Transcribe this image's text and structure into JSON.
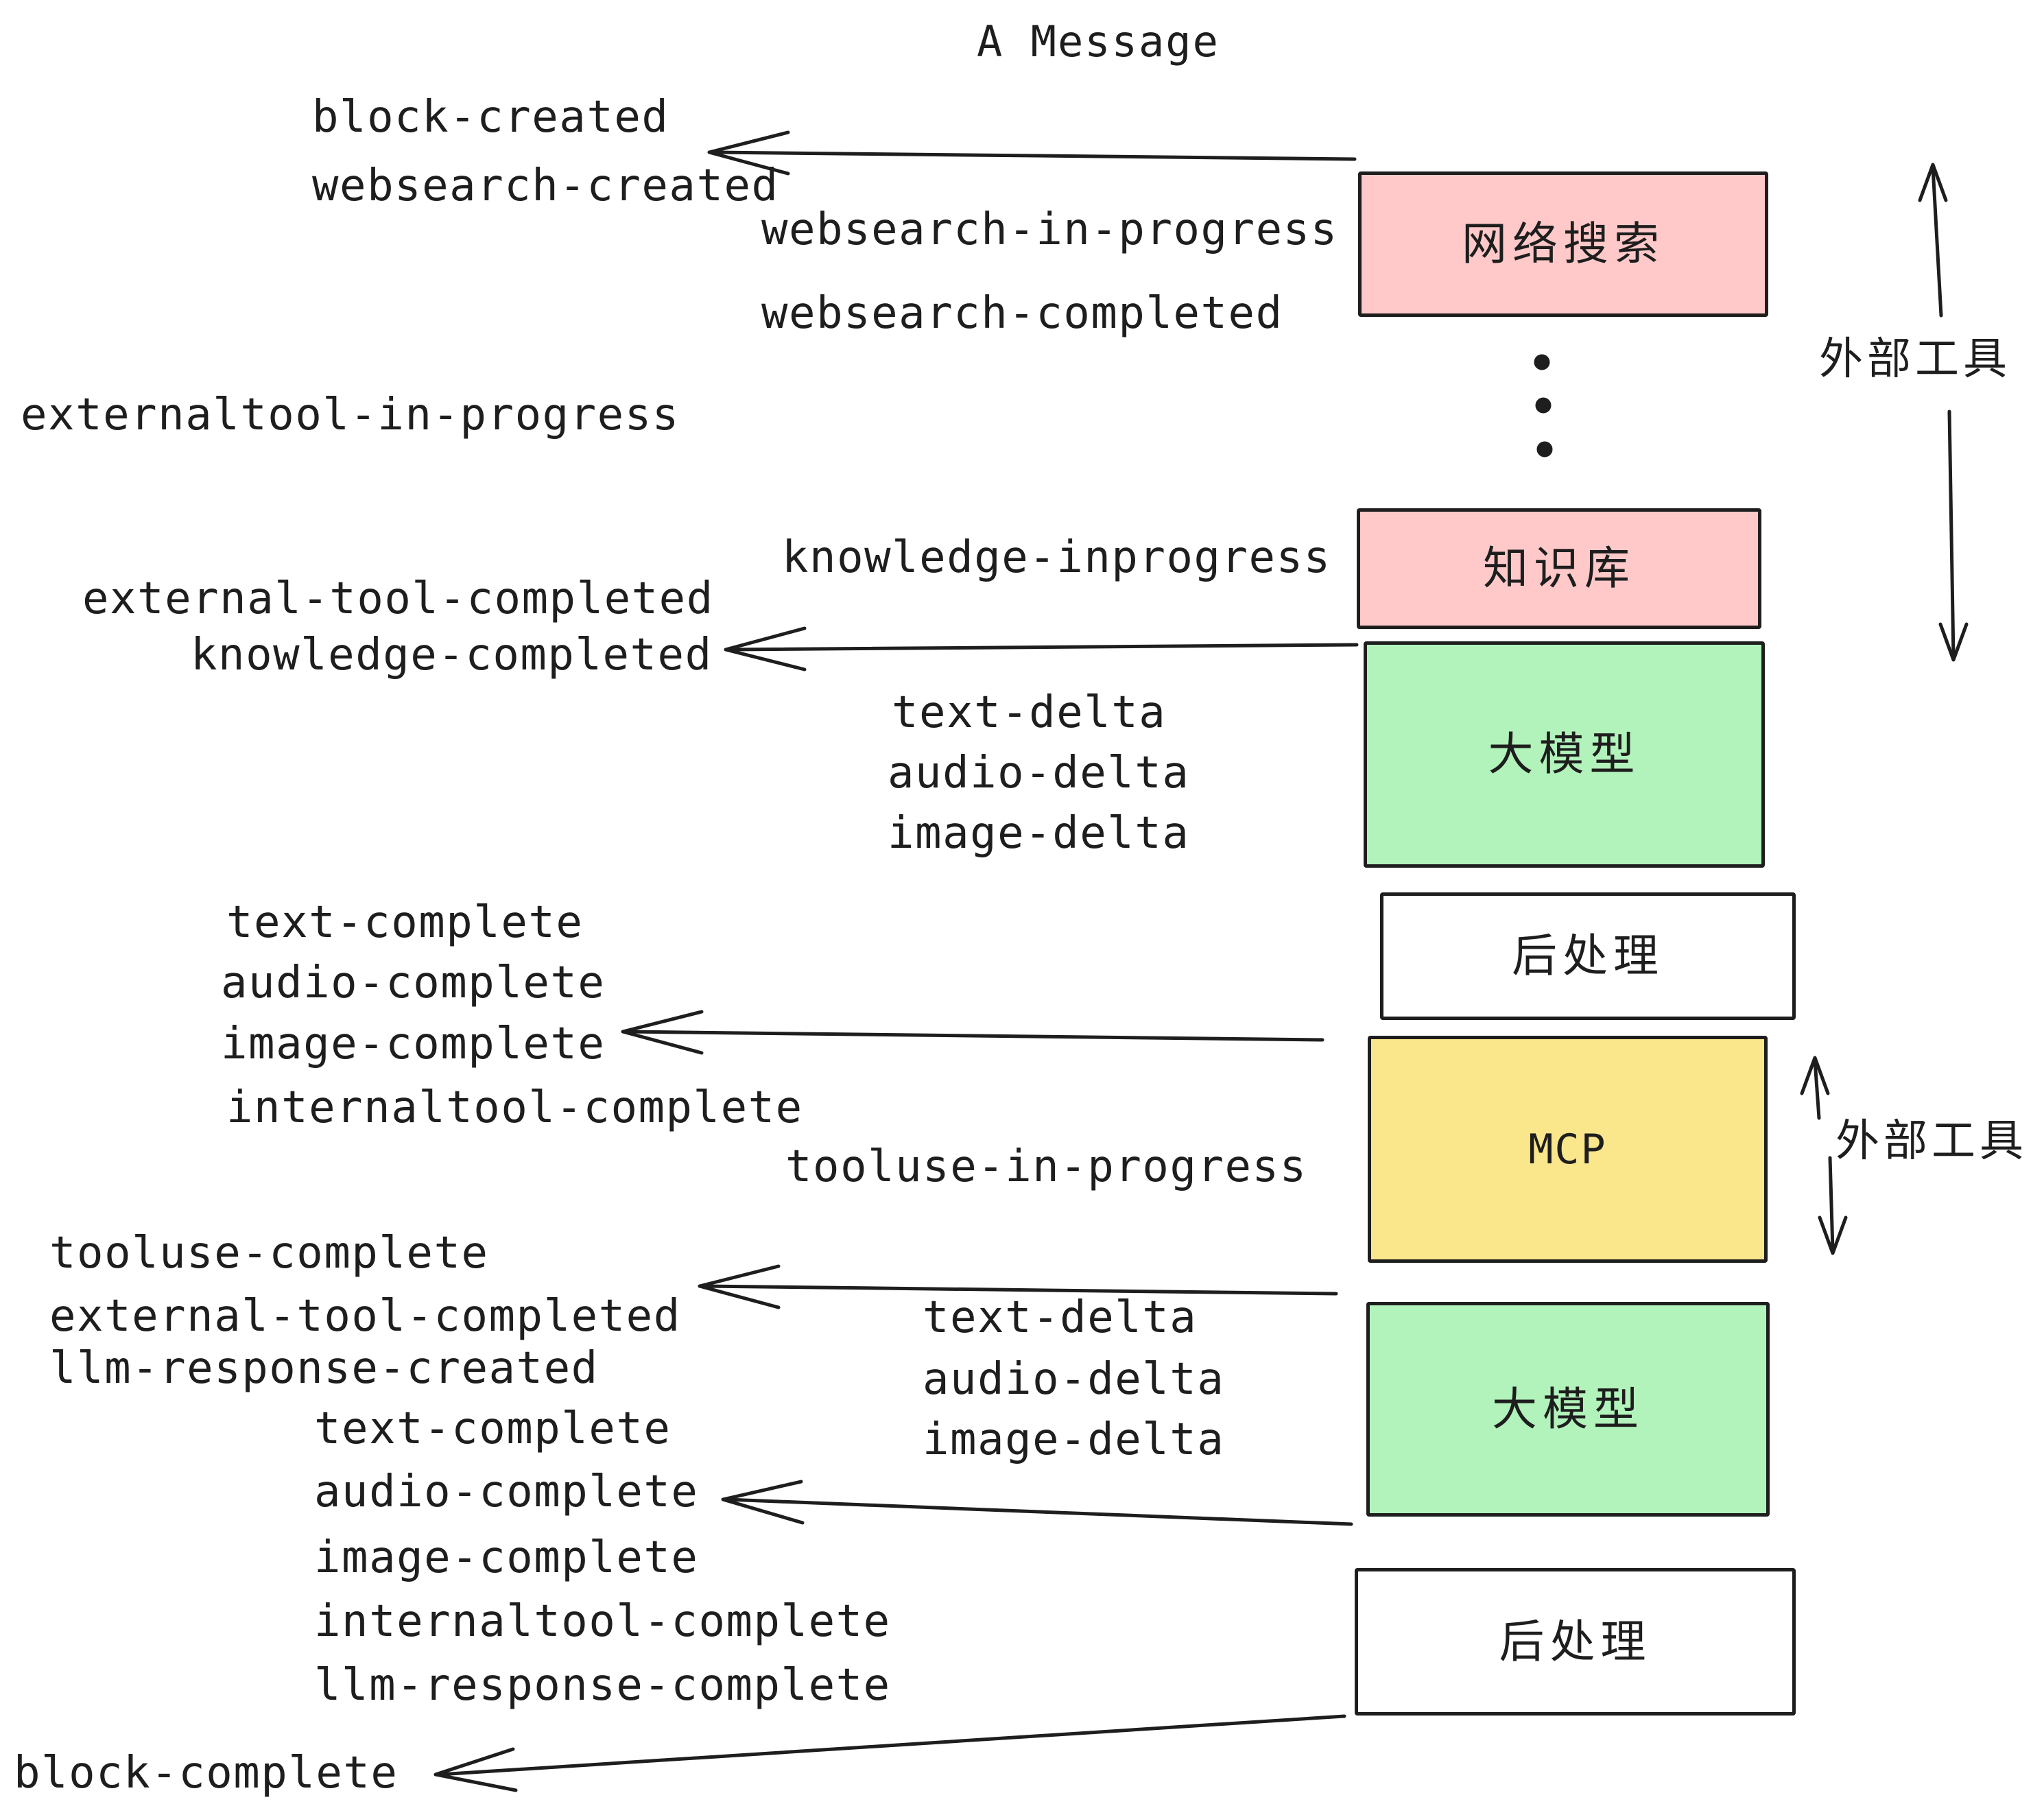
{
  "title": "A Message",
  "events": [
    {
      "text": "block-created"
    },
    {
      "text": "websearch-created"
    },
    {
      "text": "websearch-in-progress"
    },
    {
      "text": "websearch-completed"
    },
    {
      "text": "externaltool-in-progress"
    },
    {
      "text": "knowledge-inprogress"
    },
    {
      "text": "external-tool-completed"
    },
    {
      "text": "knowledge-completed"
    },
    {
      "text": "text-delta"
    },
    {
      "text": "audio-delta"
    },
    {
      "text": "image-delta"
    },
    {
      "text": "text-complete"
    },
    {
      "text": "audio-complete"
    },
    {
      "text": "image-complete"
    },
    {
      "text": "internaltool-complete"
    },
    {
      "text": "tooluse-in-progress"
    },
    {
      "text": "tooluse-complete"
    },
    {
      "text": "external-tool-completed"
    },
    {
      "text": "llm-response-created"
    },
    {
      "text": "text-delta"
    },
    {
      "text": "audio-delta"
    },
    {
      "text": "image-delta"
    },
    {
      "text": "text-complete"
    },
    {
      "text": "audio-complete"
    },
    {
      "text": "image-complete"
    },
    {
      "text": "internaltool-complete"
    },
    {
      "text": "llm-response-complete"
    },
    {
      "text": "block-complete"
    }
  ],
  "boxes": [
    {
      "label": "网络搜索",
      "fill": "#ffc9c9"
    },
    {
      "label": "知识库",
      "fill": "#ffc9c9"
    },
    {
      "label": "大模型",
      "fill": "#b2f2bb"
    },
    {
      "label": "后处理",
      "fill": "#ffffff"
    },
    {
      "label": "MCP",
      "fill": "#fae78c"
    },
    {
      "label": "大模型",
      "fill": "#b2f2bb"
    },
    {
      "label": "后处理",
      "fill": "#ffffff"
    }
  ],
  "side_labels": [
    {
      "text": "外部工具"
    },
    {
      "text": "外部工具"
    }
  ],
  "colors": {
    "ink": "#1e1e1e",
    "background": "#ffffff",
    "box_pink": "#ffc9c9",
    "box_green": "#b2f2bb",
    "box_yellow": "#fae78c",
    "box_white": "#ffffff"
  }
}
